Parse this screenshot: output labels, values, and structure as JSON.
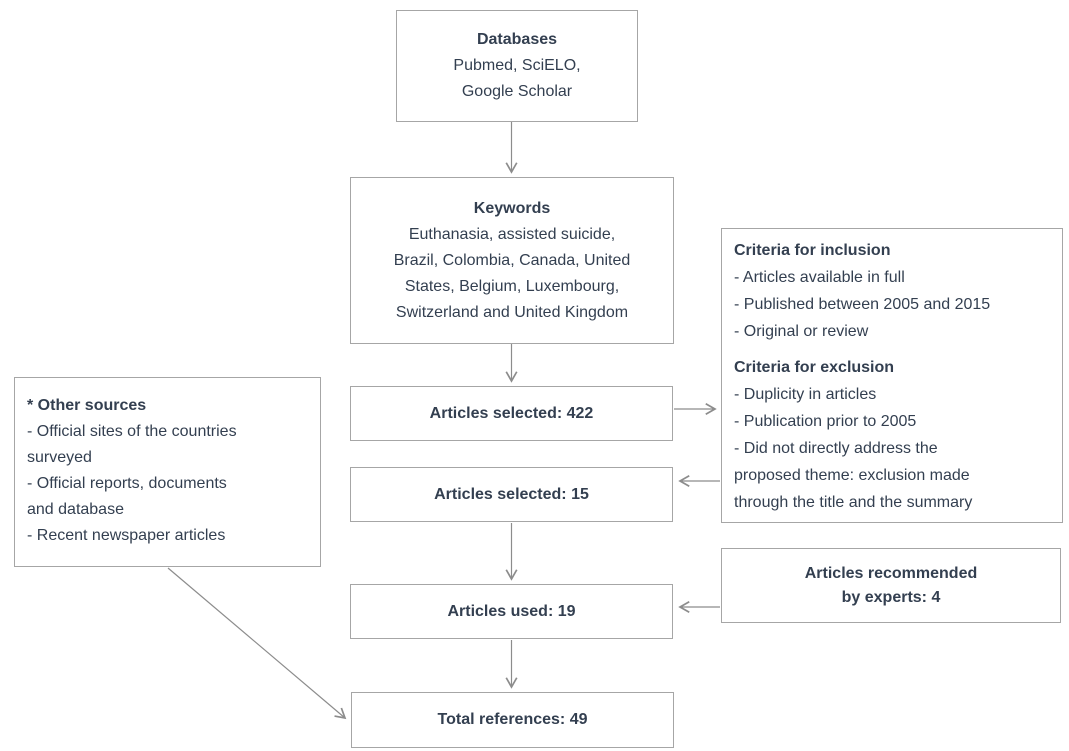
{
  "diagram": {
    "colors": {
      "background": "#ffffff",
      "box_border": "#a6a6a6",
      "arrow": "#8c8c8c",
      "text": "#333f50"
    },
    "boxes": {
      "databases": {
        "title": "Databases",
        "body": "Pubmed, SciELO,\nGoogle Scholar"
      },
      "keywords": {
        "title": "Keywords",
        "body": "Euthanasia, assisted suicide,\nBrazil, Colombia, Canada, United\nStates, Belgium, Luxembourg,\nSwitzerland and United Kingdom"
      },
      "articles_selected_422": {
        "label": "Articles selected: 422"
      },
      "articles_selected_15": {
        "label": "Articles selected: 15"
      },
      "articles_used_19": {
        "label": "Articles used: 19"
      },
      "total_references_49": {
        "label": "Total references: 49"
      },
      "criteria": {
        "inclusion_title": "Criteria for inclusion",
        "inclusion_items": "- Articles available in full\n- Published between 2005 and 2015\n- Original or review",
        "exclusion_title": "Criteria for exclusion",
        "exclusion_items": "- Duplicity in articles\n- Publication prior to 2005\n- Did not directly address the\nproposed theme: exclusion made\nthrough the title and the summary"
      },
      "experts": {
        "label": "Articles recommended\nby experts: 4"
      },
      "other_sources": {
        "title": "* Other sources",
        "items": "- Official sites of the countries\nsurveyed\n- Official reports, documents\nand database\n- Recent newspaper articles"
      }
    }
  }
}
